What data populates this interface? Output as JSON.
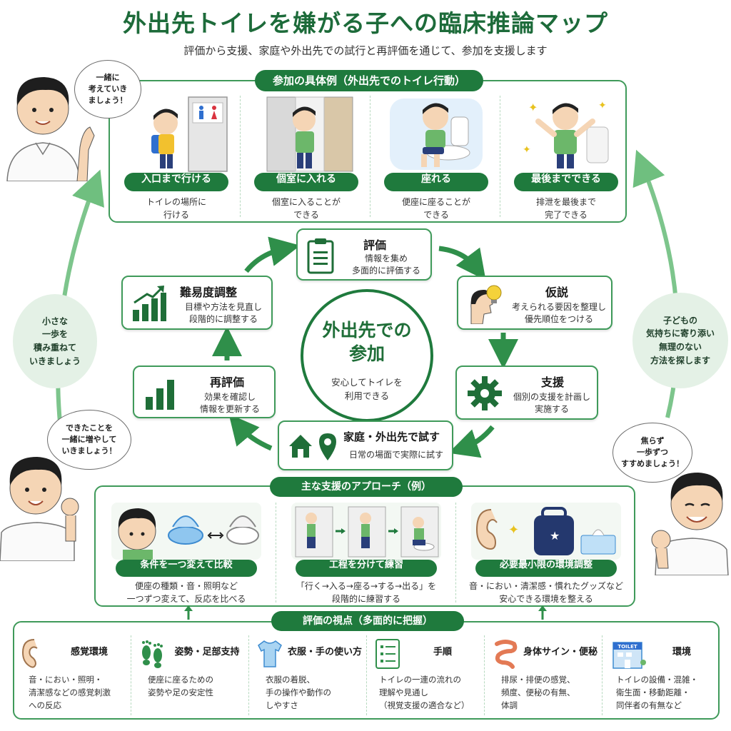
{
  "header": {
    "title": "外出先トイレを嫌がる子への臨床推論マップ",
    "subtitle": "評価から支援、家庭や外出先での試行と再評価を通じて、参加を支援します"
  },
  "examples": {
    "heading": "参加の具体例（外出先でのトイレ行動）",
    "items": [
      {
        "label": "入口まで行ける",
        "desc1": "トイレの場所に",
        "desc2": "行ける"
      },
      {
        "label": "個室に入れる",
        "desc1": "個室に入ることが",
        "desc2": "できる"
      },
      {
        "label": "座れる",
        "desc1": "便座に座ることが",
        "desc2": "できる"
      },
      {
        "label": "最後までできる",
        "desc1": "排泄を最後まで",
        "desc2": "完了できる"
      }
    ]
  },
  "center": {
    "title1": "外出先での",
    "title2": "参加",
    "desc1": "安心してトイレを",
    "desc2": "利用できる"
  },
  "cycle": {
    "evaluate": {
      "title": "評価",
      "desc1": "情報を集め",
      "desc2": "多面的に評価する"
    },
    "hypothesis": {
      "title": "仮説",
      "desc1": "考えられる要因を整理し",
      "desc2": "優先順位をつける"
    },
    "support": {
      "title": "支援",
      "desc1": "個別の支援を計画し",
      "desc2": "実施する"
    },
    "trial": {
      "title": "家庭・外出先で試す",
      "desc1": "日常の場面で実際に試す"
    },
    "reeval": {
      "title": "再評価",
      "desc1": "効果を確認し",
      "desc2": "情報を更新する"
    },
    "difficulty": {
      "title": "難易度調整",
      "desc1": "目標や方法を見直し",
      "desc2": "段階的に調整する"
    }
  },
  "bubbles": {
    "top_left": [
      "一緒に",
      "考えていき",
      "ましょう！"
    ],
    "left_mid": [
      "小さな",
      "一歩を",
      "積み重ねて",
      "いきましょう"
    ],
    "left_low": [
      "できたことを",
      "一緒に増やして",
      "いきましょう！"
    ],
    "right_mid": [
      "子どもの",
      "気持ちに寄り添い",
      "無理のない",
      "方法を探します"
    ],
    "right_low": [
      "焦らず",
      "一歩ずつ",
      "すすめましょう！"
    ]
  },
  "approaches": {
    "heading": "主な支援のアプローチ（例）",
    "items": [
      {
        "label": "条件を一つ変えて比較",
        "desc1": "便座の種類・音・照明など",
        "desc2": "一つずつ変えて、反応を比べる"
      },
      {
        "label": "工程を分けて練習",
        "desc1": "「行く→入る→座る→する→出る」を",
        "desc2": "段階的に練習する"
      },
      {
        "label": "必要最小限の環境調整",
        "desc1": "音・におい・清潔感・慣れたグッズなど",
        "desc2": "安心できる環境を整える"
      }
    ]
  },
  "viewpoints": {
    "heading": "評価の視点（多面的に把握）",
    "items": [
      {
        "label": "感覚環境",
        "lines": [
          "音・におい・照明・",
          "清潔感などの感覚刺激",
          "への反応"
        ]
      },
      {
        "label": "姿勢・足部支持",
        "lines": [
          "便座に座るための",
          "姿勢や足の安定性"
        ]
      },
      {
        "label": "衣服・手の使い方",
        "lines": [
          "衣服の着脱、",
          "手の操作や動作の",
          "しやすさ"
        ]
      },
      {
        "label": "手順",
        "lines": [
          "トイレの一連の流れの",
          "理解や見通し",
          "（視覚支援の適合など）"
        ]
      },
      {
        "label": "身体サイン・便秘",
        "lines": [
          "排尿・排便の感覚、",
          "頻度、便秘の有無、",
          "体調"
        ]
      },
      {
        "label": "環境",
        "lines": [
          "トイレの設備・混雑・",
          "衛生面・移動距離・",
          "同伴者の有無など"
        ]
      }
    ],
    "toilet_sign": "TOILET"
  },
  "colors": {
    "primary": "#1f7a3d",
    "border": "#3f9a5a",
    "arrow": "#4aa85f",
    "bubble": "#e4f1e6"
  }
}
